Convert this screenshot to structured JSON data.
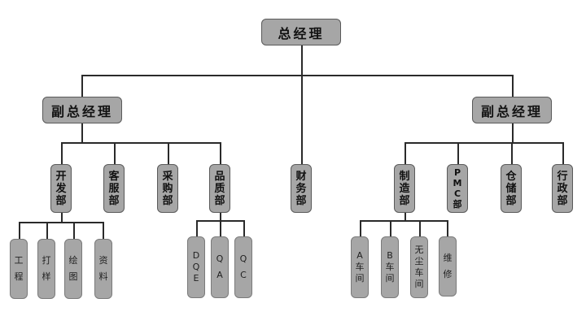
{
  "root": {
    "label": "总经理"
  },
  "vp_left": {
    "label": "副总经理"
  },
  "vp_right": {
    "label": "副总经理"
  },
  "finance": {
    "label": "财务部"
  },
  "left_depts": [
    {
      "label": "开发部",
      "children": [
        "工程",
        "打样",
        "绘图",
        "资料"
      ]
    },
    {
      "label": "客服部"
    },
    {
      "label": "采购部"
    },
    {
      "label": "品质部",
      "children": [
        "DQE",
        "QA",
        "QC"
      ]
    }
  ],
  "right_depts": [
    {
      "label": "制造部",
      "children": [
        "A车间",
        "B车间",
        "无尘车间",
        "维修"
      ]
    },
    {
      "label": "PMC部"
    },
    {
      "label": "仓储部"
    },
    {
      "label": "行政部"
    }
  ],
  "colors": {
    "box_fill": "#a6a6a6",
    "box_border": "#5a5a5a",
    "line": "#2a2a2a"
  }
}
